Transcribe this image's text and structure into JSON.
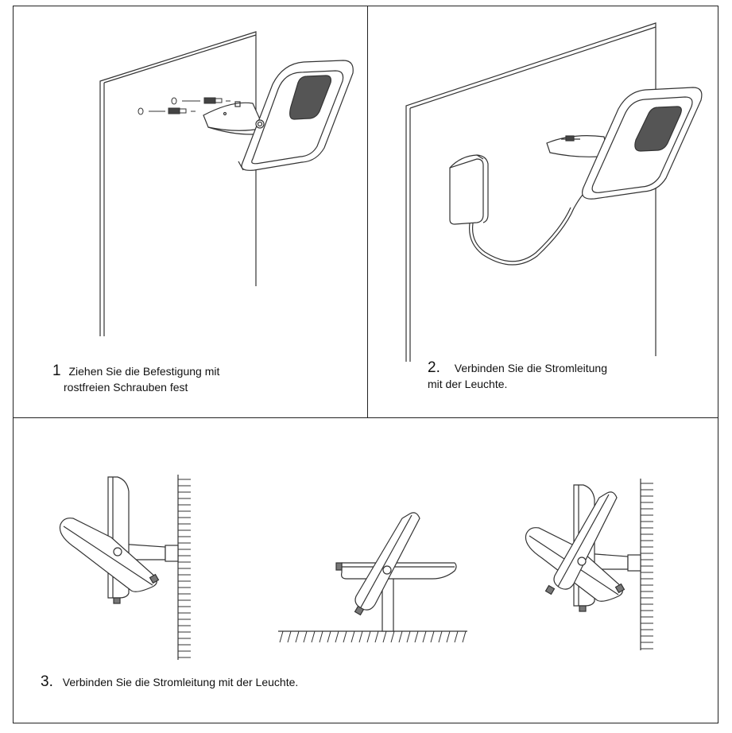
{
  "steps": [
    {
      "number": "1",
      "line1": "Ziehen Sie die Befestigung mit",
      "line2": "rostfreien Schrauben fest"
    },
    {
      "number": "2.",
      "line1": "Verbinden Sie die Stromleitung",
      "line2": "mit der Leuchte."
    },
    {
      "number": "3.",
      "text": "Verbinden Sie die Stromleitung mit der Leuchte."
    }
  ],
  "colors": {
    "line": "#333333",
    "dark": "#555555",
    "border": "#222222"
  }
}
